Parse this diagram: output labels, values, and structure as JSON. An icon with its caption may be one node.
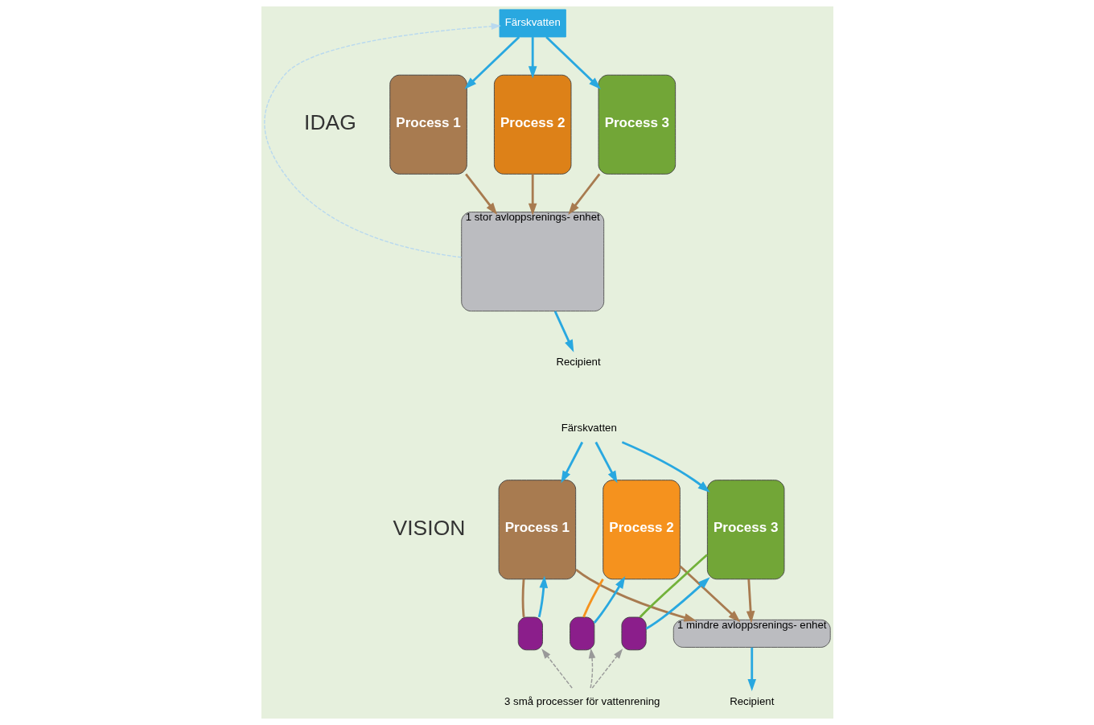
{
  "diagram": {
    "nodes": [
      {
        "text": [
          "Färskvatten"
        ]
      },
      {
        "text": [
          "Process 1"
        ]
      },
      {
        "text": [
          "Process 2"
        ]
      },
      {
        "text": [
          "Process 3"
        ]
      },
      {
        "text": [
          "1 stor avloppsrenings- enhet"
        ]
      },
      {
        "text": [
          "Recipient"
        ]
      },
      {
        "text": [
          "Färskvatten"
        ]
      },
      {
        "text": [
          "Process 1"
        ]
      },
      {
        "text": [
          "Process 2"
        ]
      },
      {
        "text": [
          "Process 3"
        ]
      },
      {
        "text": [],
        "shape": "box"
      },
      {
        "text": [],
        "shape": "box"
      },
      {
        "text": [],
        "shape": "box"
      },
      {
        "text": [
          "1 mindre avloppsrenings- enhet"
        ]
      },
      {
        "text": [
          "Recipient"
        ]
      },
      {
        "text": [
          "3 små processer för vattenrening"
        ]
      }
    ],
    "edges": [
      {
        "from": 0,
        "to": 1,
        "arrow": "to"
      },
      {
        "from": 0,
        "to": 2,
        "arrow": "to"
      },
      {
        "from": 0,
        "to": 3,
        "arrow": "to"
      },
      {
        "from": 1,
        "to": 4,
        "arrow": "to",
        "color": "#a87b50"
      },
      {
        "from": 2,
        "to": 4,
        "arrow": "to",
        "color": "#a87b50"
      },
      {
        "from": 3,
        "to": 4,
        "arrow": "to",
        "color": "#a87b50"
      },
      {
        "from": 4,
        "to": 5,
        "arrow": "to"
      },
      {
        "from": 4,
        "to": 0,
        "arrow": "to",
        "style": "dashed",
        "color": "#b9d9ef"
      },
      {
        "from": 6,
        "to": 7,
        "arrow": "to"
      },
      {
        "from": 6,
        "to": 8,
        "arrow": "to"
      },
      {
        "from": 6,
        "to": 9,
        "arrow": "to"
      },
      {
        "from": 10,
        "to": 7,
        "arrow": "to"
      },
      {
        "from": 11,
        "to": 8,
        "arrow": "to"
      },
      {
        "from": 12,
        "to": 9,
        "arrow": "to"
      },
      {
        "from": 7,
        "to": 10,
        "arrow": "none",
        "color": "#a87b50"
      },
      {
        "from": 8,
        "to": 11,
        "arrow": "none",
        "color": "#f5921e"
      },
      {
        "from": 9,
        "to": 12,
        "arrow": "none",
        "color": "#72b23a"
      },
      {
        "from": 7,
        "to": 13,
        "arrow": "to",
        "color": "#a87b50"
      },
      {
        "from": 8,
        "to": 13,
        "arrow": "to",
        "color": "#a87b50"
      },
      {
        "from": 9,
        "to": 13,
        "arrow": "to",
        "color": "#a87b50"
      },
      {
        "from": 13,
        "to": 14,
        "arrow": "to"
      },
      {
        "from": 15,
        "to": 10,
        "arrow": "to",
        "style": "dashed",
        "color": "#999999"
      },
      {
        "from": 15,
        "to": 11,
        "arrow": "to",
        "style": "dashed",
        "color": "#999999"
      },
      {
        "from": 15,
        "to": 12,
        "arrow": "to",
        "style": "dashed",
        "color": "#999999"
      }
    ],
    "labels": [
      "IDAG",
      "VISION"
    ]
  }
}
